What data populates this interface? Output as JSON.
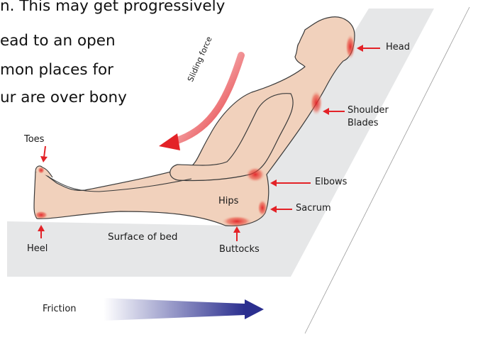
{
  "intro_text": {
    "line1": "n. This may get progressively",
    "line2": "ead to an open",
    "line3": "mon places for",
    "line4": "ur are over bony"
  },
  "labels": {
    "head": "Head",
    "shoulder_line1": "Shoulder",
    "shoulder_line2": "Blades",
    "elbows": "Elbows",
    "sacrum": "Sacrum",
    "hips": "Hips",
    "buttocks": "Buttocks",
    "heel": "Heel",
    "toes": "Toes",
    "surface": "Surface of bed",
    "sliding_force": "Sliding force",
    "friction": "Friction"
  },
  "colors": {
    "skin": "#f1d1bc",
    "outline": "#3a3a3a",
    "bed": "#e6e7e8",
    "arrow_red": "#e32227",
    "friction_arrow": "#2b2f8f"
  }
}
